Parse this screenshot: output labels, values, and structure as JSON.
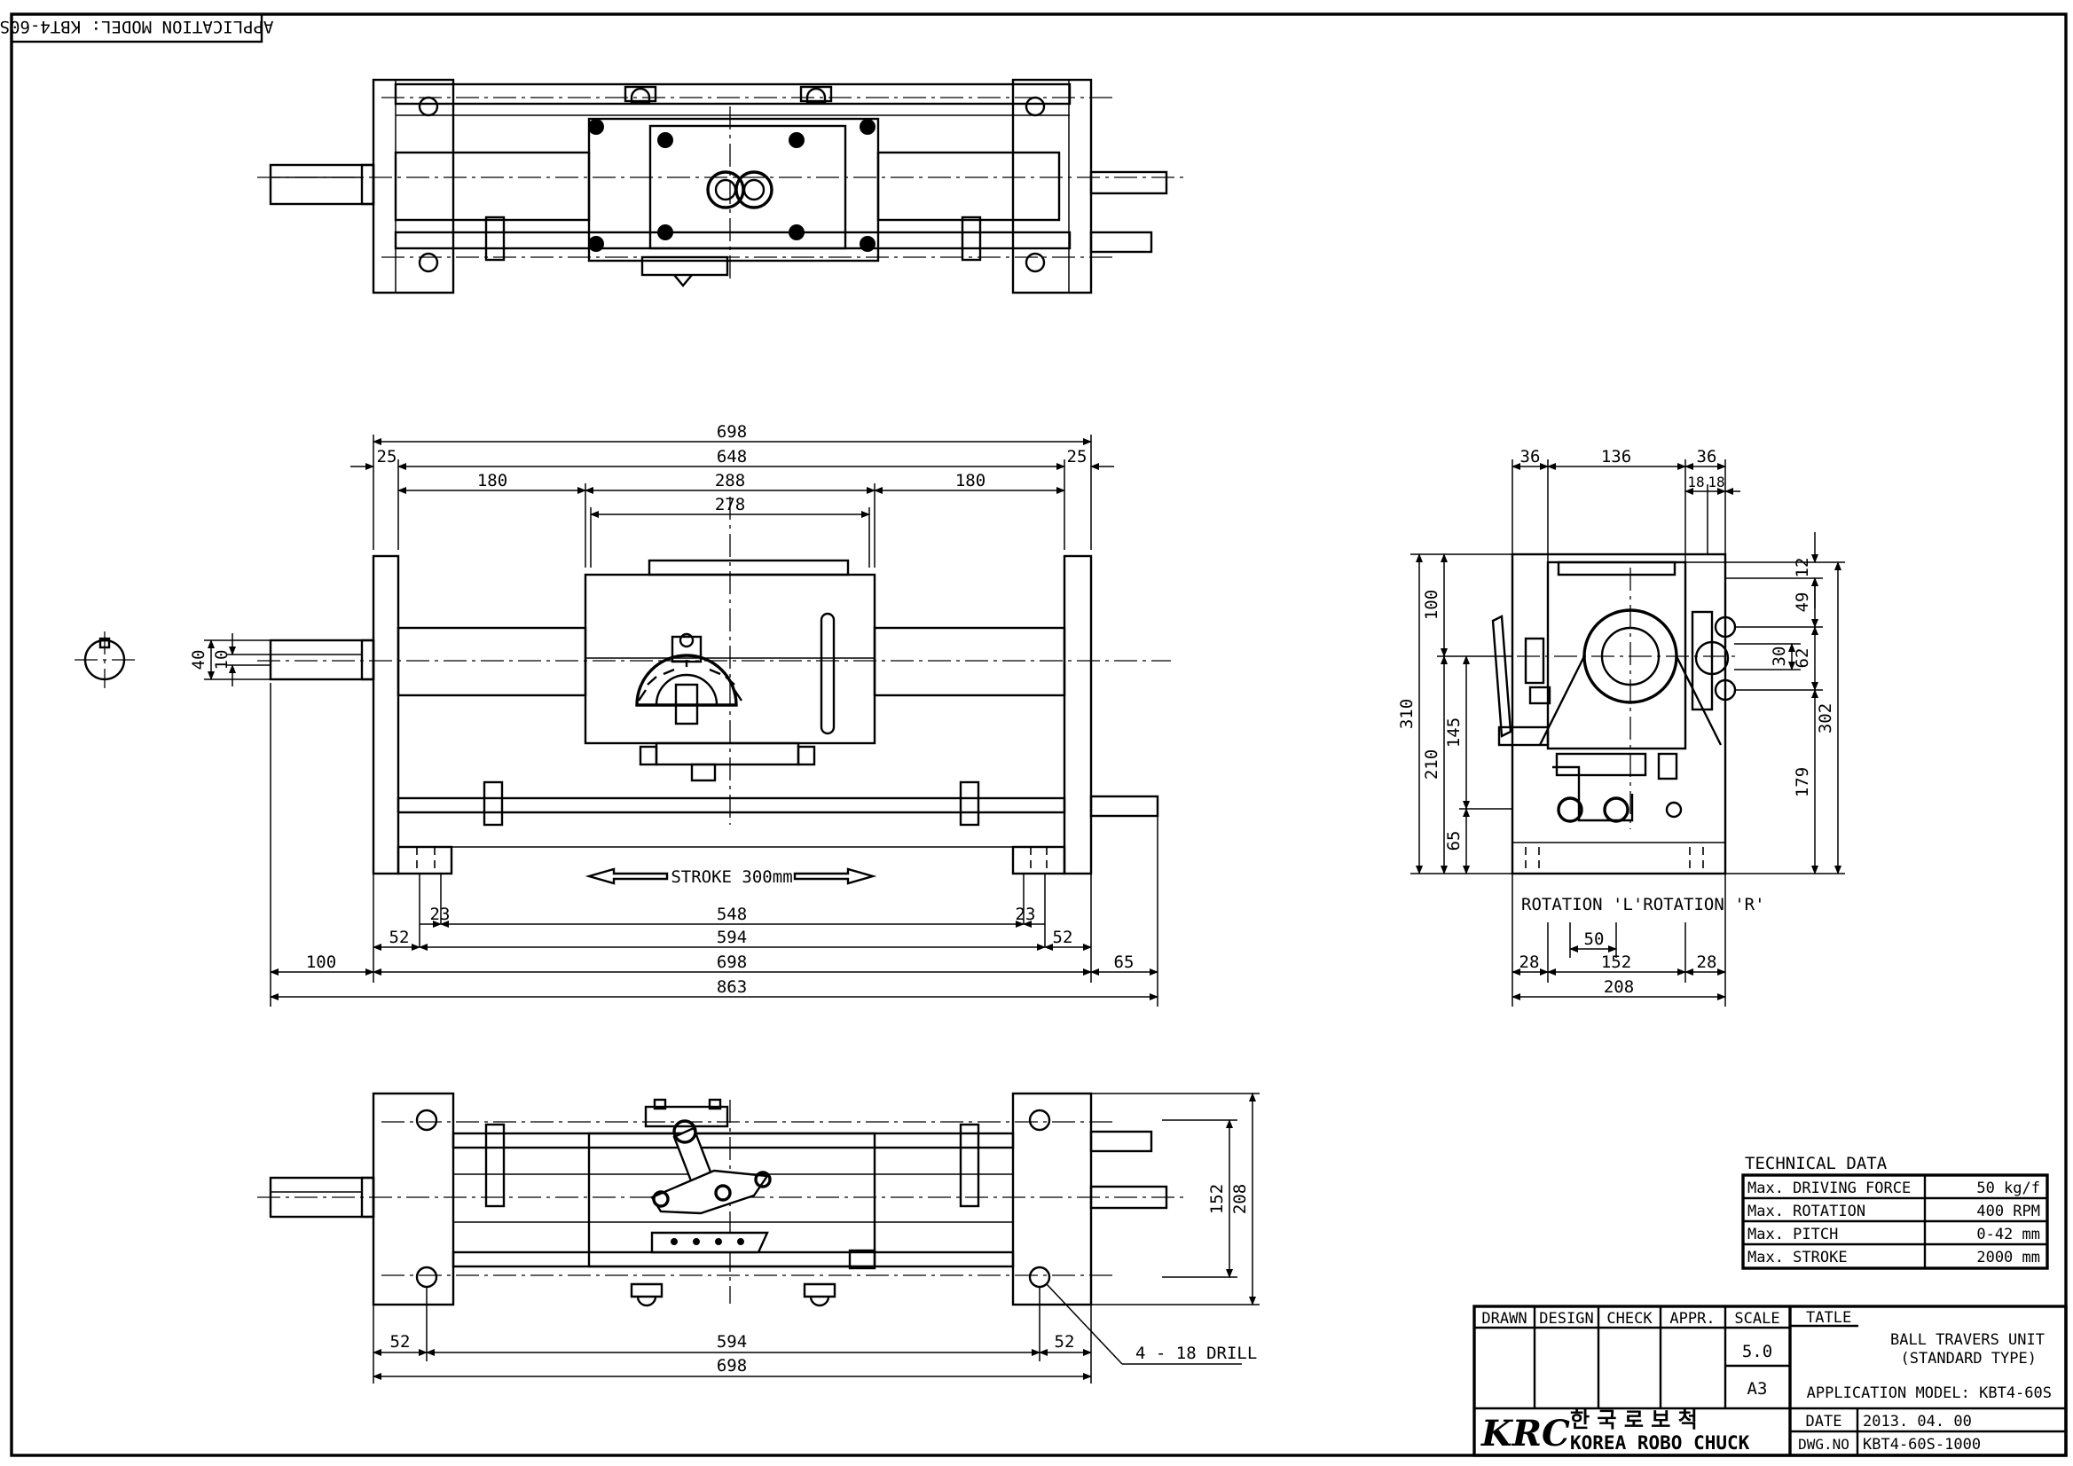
{
  "sheet_label": "APPLICATION MODEL: KBT4-60S",
  "front_view": {
    "dims": {
      "overall_top": "698",
      "inner_top": "648",
      "flange_left": "25",
      "flange_right": "25",
      "seg_left": "180",
      "seg_mid": "288",
      "seg_right": "180",
      "carriage": "278",
      "key_40": "40",
      "key_10": "10",
      "foot_23_left": "23",
      "foot_23_right": "23",
      "base_548": "548",
      "foot_52_left": "52",
      "foot_52_right": "52",
      "base_594": "594",
      "base_698": "698",
      "shaft_100": "100",
      "shaft_65": "65",
      "overall_863": "863"
    },
    "stroke_label": "STROKE 300mm"
  },
  "side_view": {
    "dims": {
      "top_36_left": "36",
      "top_136": "136",
      "top_36_right": "36",
      "top_18_a": "18",
      "top_18_b": "18",
      "h_310": "310",
      "h_100": "100",
      "h_210": "210",
      "h_145": "145",
      "h_65": "65",
      "r_12": "12",
      "r_49": "49",
      "r_30": "30",
      "r_62": "62",
      "r_302": "302",
      "r_179": "179",
      "b_28_left": "28",
      "b_50": "50",
      "b_152": "152",
      "b_28_right": "28",
      "b_208": "208"
    },
    "rotation_label": "ROTATION 'L'ROTATION 'R'"
  },
  "bottom_view": {
    "dims": {
      "h_152": "152",
      "h_208": "208",
      "foot_52_left": "52",
      "foot_52_right": "52",
      "base_594": "594",
      "base_698": "698"
    },
    "drill_note": "4 - 18 DRILL"
  },
  "technical_data": {
    "title": "TECHNICAL DATA",
    "rows": [
      {
        "label": "Max. DRIVING FORCE",
        "value": "50 kg/f"
      },
      {
        "label": "Max. ROTATION",
        "value": "400 RPM"
      },
      {
        "label": "Max. PITCH",
        "value": "0-42 mm"
      },
      {
        "label": "Max. STROKE",
        "value": "2000 mm"
      }
    ]
  },
  "title_block": {
    "headers": [
      "DRAWN",
      "DESIGN",
      "CHECK",
      "APPR.",
      "SCALE"
    ],
    "scale_value": "5.0",
    "paper_size": "A3",
    "title_label": "TATLE",
    "title_line1": "BALL TRAVERS UNIT",
    "title_line2": "(STANDARD TYPE)",
    "application": "APPLICATION MODEL: KBT4-60S",
    "logo": "KRC",
    "company_korean": "한 국 로 보 척",
    "company_english": "KOREA ROBO CHUCK",
    "date_label": "DATE",
    "date_value": "2013. 04. 00",
    "dwg_label": "DWG.NO",
    "dwg_value": "KBT4-60S-1000"
  }
}
